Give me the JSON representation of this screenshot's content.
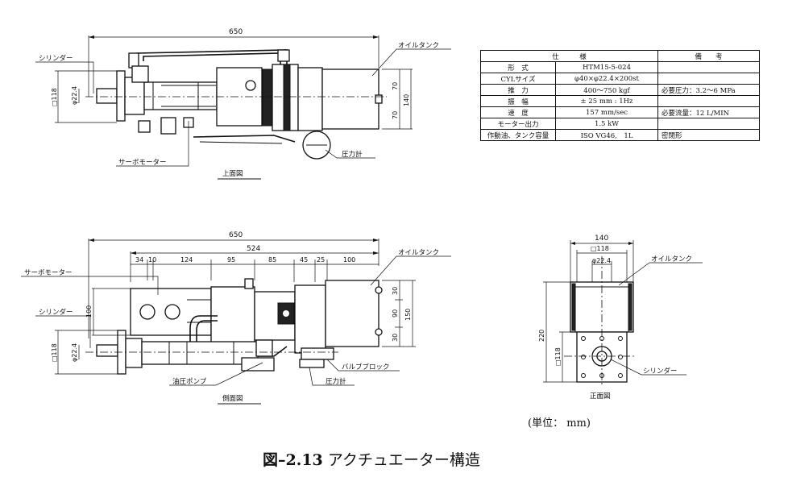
{
  "top_view": {
    "overall_dim": "650",
    "labels": {
      "cylinder": "シリンダー",
      "oil_tank": "オイルタンク",
      "servo_motor": "サーボモーター",
      "pressure_gauge": "圧力計"
    },
    "dims": {
      "square": "□118",
      "rod_dia": "φ22.4",
      "right_70a": "70",
      "right_70b": "70",
      "right_140": "140"
    },
    "view_name": "上面図"
  },
  "side_view": {
    "overall_dim": "650",
    "sub_dim": "524",
    "segments": [
      "34",
      "10",
      "124",
      "95",
      "85",
      "45",
      "25",
      "100"
    ],
    "labels": {
      "servo_motor": "サーボモーター",
      "cylinder": "シリンダー",
      "oil_tank": "オイルタンク",
      "valve_block": "バルブブロック",
      "hydraulic_pump": "油圧ポンプ",
      "pressure_gauge": "圧力計"
    },
    "dims": {
      "height_100": "100",
      "square": "□118",
      "rod_dia": "φ22.4",
      "right_30a": "30",
      "right_90": "90",
      "right_150": "150",
      "right_30b": "30"
    },
    "view_name": "側面図"
  },
  "front_view": {
    "width_dim": "140",
    "square_dim": "□118",
    "rod_dia": "φ22.4",
    "height_dim": "220",
    "left_square": "□118",
    "labels": {
      "oil_tank": "オイルタンク",
      "cylinder": "シリンダー"
    },
    "view_name": "正面図"
  },
  "spec_table": {
    "header": {
      "spec": "仕　　　様",
      "remarks": "備　　考"
    },
    "rows": [
      {
        "item": "形　式",
        "value": "HTM15-5-024",
        "note": ""
      },
      {
        "item": "CYLサイズ",
        "value": "φ40×φ22.4×200st",
        "note": ""
      },
      {
        "item": "推　力",
        "value": "400～750 kgf",
        "note": "必要圧力：3.2～6 MPa"
      },
      {
        "item": "振　幅",
        "value": "± 25 mm : 1Hz",
        "note": ""
      },
      {
        "item": "速　度",
        "value": "157 mm/sec",
        "note": "必要流量：12 L/MIN"
      },
      {
        "item": "モーター出力",
        "value": "1.5 kW",
        "note": ""
      },
      {
        "item": "作動油、タンク容量",
        "value": "ISO VG46,　1L",
        "note": "密閉形"
      }
    ]
  },
  "unit_note": "(単位： mm)",
  "caption": {
    "number": "図–2.13",
    "title": "アクチュエーター構造"
  }
}
